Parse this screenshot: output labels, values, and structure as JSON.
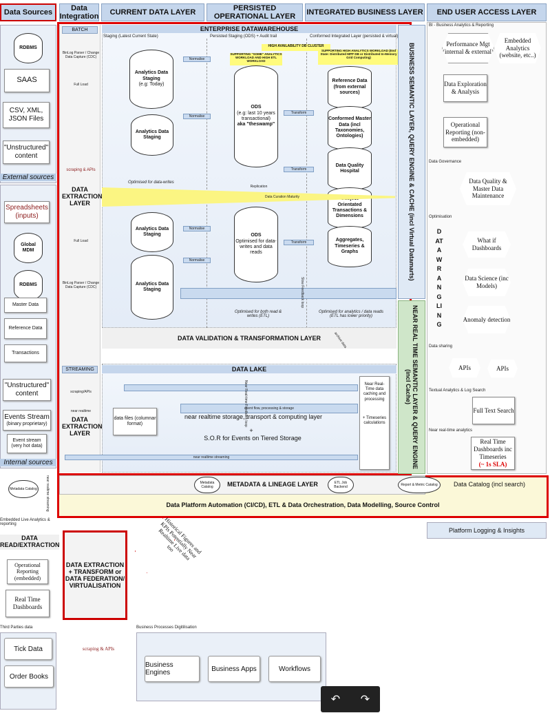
{
  "headers": {
    "data_sources": "Data Sources",
    "data_integration": "Data Integration",
    "current_data_layer": "CURRENT DATA LAYER",
    "persisted_operational_layer": "PERSISTED OPERATIONAL LAYER",
    "integrated_business_layer": "INTEGRATED BUSINESS LAYER",
    "end_user_access_layer": "END USER ACCESS LAYER"
  },
  "sources": {
    "rdbms": "RDBMS",
    "saas": "SAAS",
    "csv": "CSV, XML, JSON Files",
    "unstructured": "\"Unstructured\" content",
    "external_sources": "External sources",
    "spreadsheets": "Spreadsheets (inputs)",
    "global_mdm": "Global MDM",
    "rdbms2": "RDBMS",
    "master_data": "Master Data",
    "reference_data": "Reference Data",
    "transactions": "Transactions",
    "unstructured2": "\"Unstructured\" content",
    "events_stream": "Events Stream",
    "events_stream_sub": "(binary proprietary)",
    "event_stream_hv": "Event stream (very hot data)",
    "internal_sources": "Internal sources",
    "metadata_catalog": "Metadata Catalog"
  },
  "integration": {
    "batch": "BATCH",
    "streaming": "STREAMING",
    "data_extraction_layer": "DATA EXTRACTION LAYER",
    "binlog1": "BinLog Parser / Change Data Capture (CDC)",
    "full_load1": "Full Load",
    "scraping_apis": "scraping & APIs",
    "full_load2": "Full Load",
    "binlog2": "BinLog Parser / Change Data Capture (CDC)",
    "scraping_apis2": "scraping/APIs",
    "near_realtime": "near realtime",
    "data_extraction2": "DATA EXTRACTION LAYER"
  },
  "edw": {
    "title": "ENTERPRISE DATAWAREHOUSE",
    "staging_label": "Staging (Latest Current State)",
    "persisted_label": "Persisted Staging (ODS)  + Audit trail",
    "conformed_label": "Conformed Integrated Layer (persisted & virtual)",
    "ha_cluster": "HIGH AVAILABILITY DB CLUSTER",
    "supporting_some": "SUPPORTING \"SOME\" ANALYTICS WORKLOAD AND HIGH ETL WORKLOAD",
    "supporting_high": "SUPPORTING HIGH ANALYTICS WORKLOAD (End State: Distributed MPP DB or Distributed In-Memory Grid Computing)",
    "analytics_staging_today": "Analytics Data Staging",
    "today_sub": "(e.g: Today)",
    "analytics_staging2": "Analytics Data Staging",
    "analytics_staging3": "Analytics Data Staging",
    "analytics_staging4": "Analytics Data Staging",
    "ods1_title": "ODS",
    "ods1_sub": "(e.g: last 10 years transactional)",
    "ods1_aka": "aka \"theswamp\"",
    "ods2_title": "ODS",
    "ods2_sub": "Optimised for data-writes and data reads",
    "reference_data": "Reference Data (from external sources)",
    "conformed_master": "Conformed Master Data (incl Taxonomies, Ontologies)",
    "data_quality_hospital": "Data Quality Hospital",
    "subject_orientated": "Subject Orientated Transactions & Dimensions",
    "aggregates": "Aggregates, Timeseries & Graphs",
    "normalise1": "Normalise",
    "normalise2": "Normalise",
    "normalise3": "Normalise",
    "normalise4": "Normalise",
    "transform1": "Transform",
    "transform2": "Transform",
    "transform3": "Transform",
    "replication": "Replication",
    "data_curation": "Data Curation Maturity",
    "optimised_writes": "Optimised for data-writes",
    "optimised_both": "Optimised for both read & writes (ETL)",
    "optimised_analytics": "Optimised for analytics / data reads (ETL has lower priority)",
    "slow_feedback": "Slow Feedback loop",
    "validation_layer": "DATA VALIDATION & TRANSFORMATION LAYER",
    "archive_data": "archive data"
  },
  "lake": {
    "title": "DATA LAKE",
    "data_files": "data files (columnar format)",
    "event_flow": "event flow, processing & storage",
    "nrt_storage": "near realtime storage, transport & computing layer",
    "plus": "+",
    "sor_events": "S.O.R for Events on Tiered Storage",
    "near_rt_caching": "Near Real-Time data caching and processing",
    "timeseries": "+ Timeseries calculations",
    "near_rt_feedback": "Near Real-time Feedback loop",
    "near_rt_streaming": "near realtime streaming"
  },
  "semantic": {
    "business_semantic": "BUSINESS SEMANTIC LAYER, QUERY ENGINE & CACHE (incl Virtual Datamarts)",
    "nrt_semantic": "NEAR REAL TIME SEMANTIC LAYER & QUERY ENGINE (incl Cache)"
  },
  "metadata": {
    "title": "METADATA & LINEAGE LAYER",
    "metadata_catalog": "Metadata Catalog",
    "etl_job_backend": "ETL Job Backend",
    "report_catalog": "Report & Metric Catalog",
    "data_catalog": "Data Catalog (incl search)"
  },
  "automation": "Data Platform Automation (CI/CD), ETL & Data Orchestration, Data Modelling, Source Control",
  "platform_logging": "Platform Logging & Insights",
  "end_user": {
    "bi_label": "BI - Business Analytics & Reporting",
    "performance_mgt": "Performance Mgt (internal & external)",
    "embedded_analytics": "Embedded Analytics (website, etc..)",
    "data_exploration": "Data Exploration & Analysis",
    "operational_reporting": "Operational Reporting (non-embedded)",
    "governance_label": "Data Governance",
    "dq_master": "Data Quality & Master Data Maintenance",
    "optimisation_label": "Optimisation",
    "data_wrangling": "DATA WRANGLING",
    "what_if": "What if Dashboards",
    "data_science": "Data Science (inc Models)",
    "anomaly": "Anomaly detection",
    "sharing_label": "Data sharing",
    "apis1": "APIs",
    "apis2": "APIs",
    "textual_label": "Textual Analytics & Log Search",
    "full_text": "Full Text Search",
    "nrt_label": "Near real-time analytics",
    "rt_dashboards": "Real Time Dashboards inc Timeseries",
    "sla": "(~ 1s SLA)"
  },
  "bottom": {
    "embedded_label": "Embedded Live Analytics & reporting",
    "data_read": "DATA READ/EXTRACTION",
    "operational_reporting": "Operational Reporting (embedded)",
    "rt_dashboards": "Real Time Dashboards",
    "extraction_box": "DATA EXTRACTION + TRANSFORM or DATA FEDERATION/ VIRTUALISATION",
    "historical": "Historical Figures and KPIs Potentially Near Realtime Live data too",
    "third_parties": "Third Parties data",
    "tick_data": "Tick Data",
    "order_books": "Order Books",
    "scraping_apis": "scraping & APIs",
    "bp_label": "Business Processes Digitilisation",
    "business_engines": "Business Engines",
    "business_apps": "Business Apps",
    "workflows": "Workflows",
    "near_rt_streaming_vertical": "near realtime streaming"
  },
  "nav": {
    "undo": "↶",
    "redo": "↷"
  }
}
